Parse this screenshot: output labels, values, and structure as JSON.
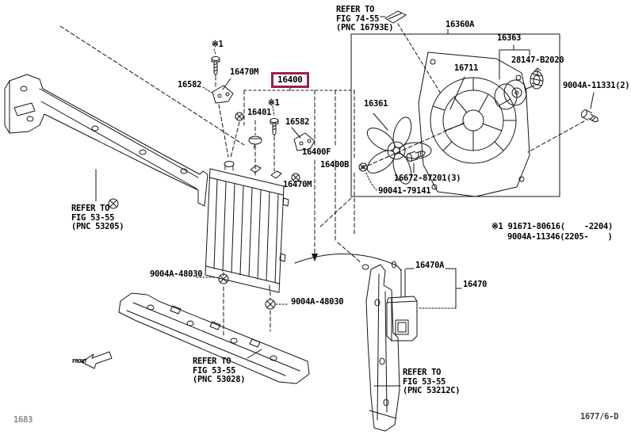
{
  "footer": {
    "page_number": "1683",
    "figure_code": "1677/6-D"
  },
  "orientation": {
    "front_label": "FRONT"
  },
  "highlight": {
    "selected_part": "16400",
    "color": "#9a2140"
  },
  "parts": {
    "p16400": "16400",
    "p16400F": "16400F",
    "p16400B": "16400B",
    "p16401": "16401",
    "p16582": "16582",
    "p16470M": "16470M",
    "p16470A": "16470A",
    "p16470": "16470",
    "p16360A": "16360A",
    "p16361": "16361",
    "p16363": "16363",
    "p16711": "16711",
    "p28147": "28147-B2020",
    "p9004A11331": "9004A-11331(2)",
    "p16672": "16672-87201(3)",
    "p90041": "90041-79141",
    "p9004A48030": "9004A-48030",
    "asterisk1": "※1"
  },
  "notes": {
    "refer_fig_74_55": {
      "l1": "REFER TO",
      "l2": "FIG 74-55",
      "l3": "(PNC 16793E)"
    },
    "refer_fig_53205": {
      "l1": "REFER TO",
      "l2": "FIG 53-55",
      "l3": "(PNC 53205)"
    },
    "refer_fig_53028": {
      "l1": "REFER TO",
      "l2": "FIG 53-55",
      "l3": "(PNC 53028)"
    },
    "refer_fig_53212C": {
      "l1": "REFER TO",
      "l2": "FIG 53-55",
      "l3": "(PNC 53212C)"
    },
    "substitution": {
      "l1": "※1 91671-80616(    -2204)",
      "l2": "9004A-11346(2205-    )"
    }
  }
}
